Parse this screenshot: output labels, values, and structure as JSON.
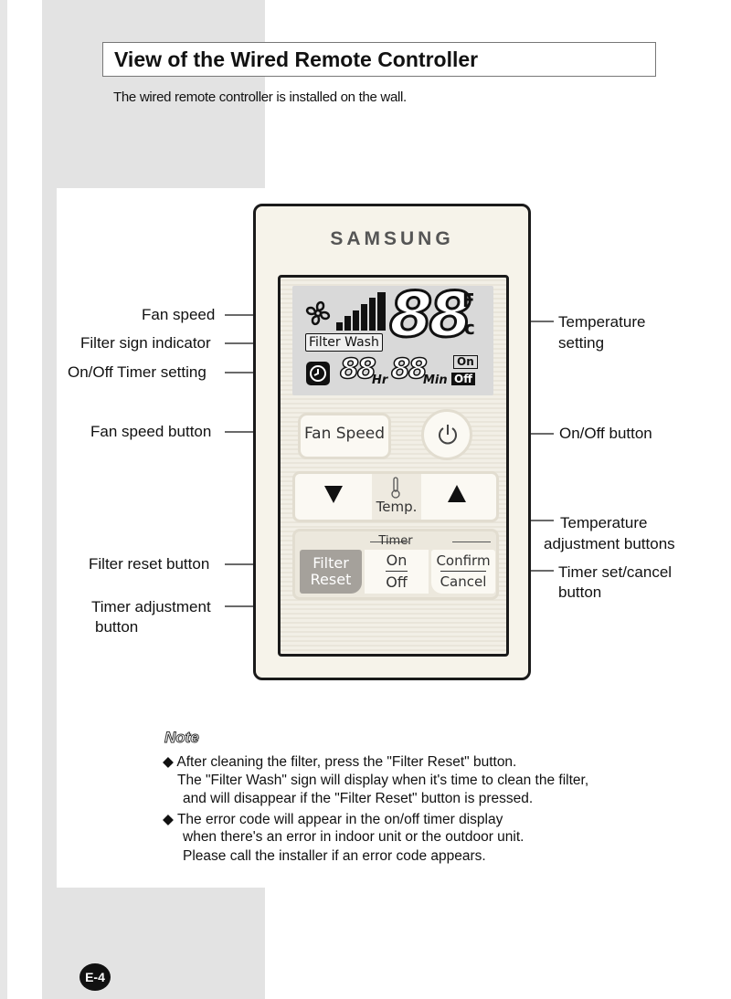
{
  "title": "View of the Wired Remote Controller",
  "subtitle": "The wired remote controller is installed on the wall.",
  "remote": {
    "brand": "SAMSUNG",
    "display": {
      "temp_digits": "88",
      "unit_f": "F",
      "unit_c": "c",
      "filter_wash": "Filter Wash",
      "timer_hours": "88",
      "hours_label": "Hr",
      "timer_minutes": "88",
      "minutes_label": "Min",
      "on_indicator": "On",
      "off_indicator": "Off"
    },
    "buttons": {
      "fan_speed": "Fan Speed",
      "temp": "Temp.",
      "timer_label": "Timer",
      "filter_reset_line1": "Filter",
      "filter_reset_line2": "Reset",
      "on": "On",
      "off": "Off",
      "confirm": "Confirm",
      "cancel": "Cancel"
    }
  },
  "callouts": {
    "fan_speed": "Fan speed",
    "filter_sign": "Filter sign indicator",
    "onoff_timer_setting": "On/Off Timer setting",
    "fan_speed_button": "Fan speed button",
    "filter_reset_button": "Filter reset button",
    "timer_adjust_line1": "Timer adjustment",
    "timer_adjust_line2": "button",
    "temp_setting_line1": "Temperature",
    "temp_setting_line2": "setting",
    "onoff_button": "On/Off button",
    "temp_adjust_line1": "Temperature",
    "temp_adjust_line2": "adjustment buttons",
    "timer_setcancel_line1": "Timer set/cancel",
    "timer_setcancel_line2": "button"
  },
  "note": {
    "title": "Note",
    "lines": [
      "◆ After cleaning the filter, press the \"Filter Reset\" button.",
      "The \"Filter Wash\" sign  will display when it's time to clean the filter,",
      "and will disappear if the \"Filter Reset\" button is pressed.",
      "◆ The error code will appear in the on/off timer display",
      "when there's an error in indoor unit or the outdoor unit.",
      "Please call the installer if an error code appears."
    ]
  },
  "page_number": "E-4",
  "icons": [
    "fan-icon",
    "fan-speed-bars-icon",
    "clock-icon",
    "power-icon",
    "thermometer-icon",
    "arrow-down-icon",
    "arrow-up-icon"
  ]
}
